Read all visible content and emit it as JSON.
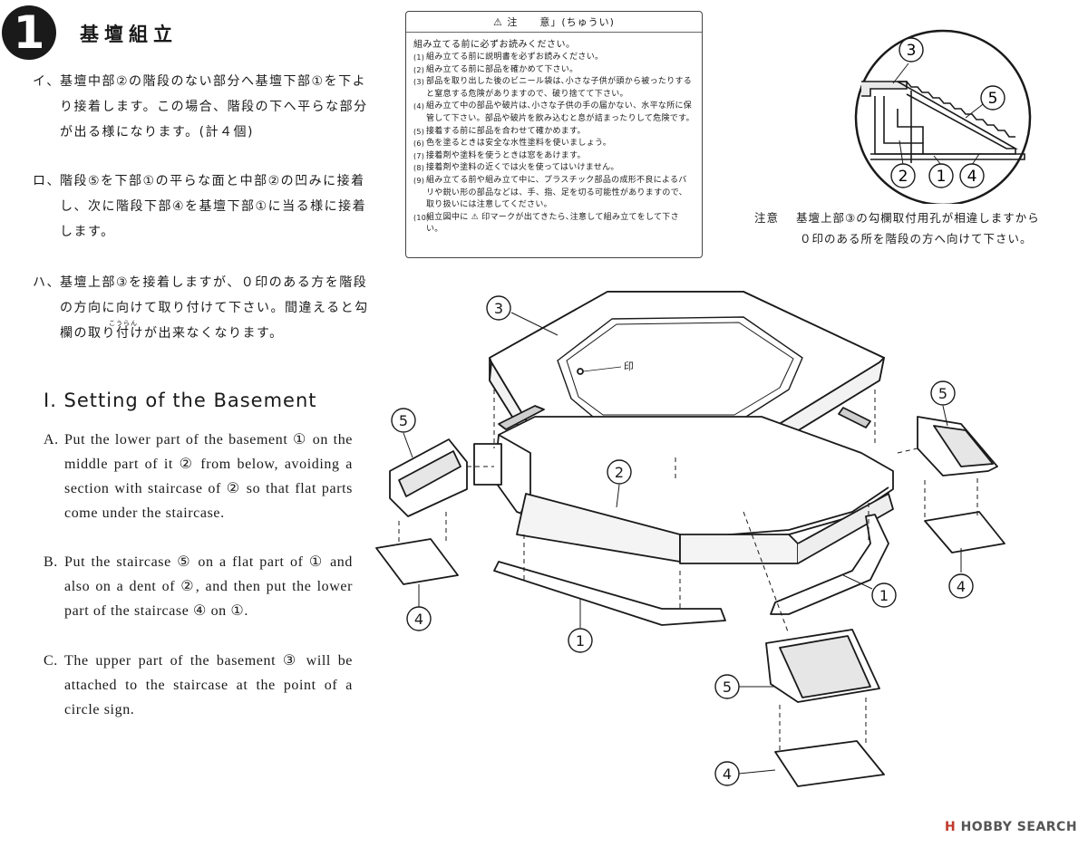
{
  "step": {
    "number": "1",
    "title_jp": "基壇組立"
  },
  "instructions_jp": [
    {
      "marker": "イ、",
      "text": "基壇中部②の階段のない部分へ基壇下部①を下より接着します。この場合、階段の下へ平らな部分が出る様になります。(計４個)"
    },
    {
      "marker": "ロ、",
      "text": "階段⑤を下部①の平らな面と中部②の凹みに接着し、次に階段下部④を基壇下部①に当る様に接着します。"
    },
    {
      "marker": "ハ、",
      "text": "基壇上部③を接着しますが、０印のある方を階段の方向に向けて取り付けて下さい。間違えると勾欄の取り付けが出来なくなります。"
    }
  ],
  "furigana": "こうらん",
  "english": {
    "title": "I. Setting of the Basement",
    "items": [
      {
        "marker": "A.",
        "text": "Put  the lower part of the basement  ① on the middle part of it ② from below, avoiding a section with staircase of ② so that flat parts come under the staircase."
      },
      {
        "marker": "B.",
        "text": "Put the staircase ⑤ on a flat part of ① and also on a dent of ②, and then put the lower part of the staircase ④ on ①."
      },
      {
        "marker": "C.",
        "text": "The upper part of the basement ③ will be attached to the staircase at the point of a circle sign."
      }
    ]
  },
  "caution": {
    "title": "注　　意」(ちゅうい)",
    "intro": "組み立てる前に必ずお読みください。",
    "items": [
      {
        "n": "(1)",
        "text": "組み立てる前に説明書を必ずお読みください。"
      },
      {
        "n": "(2)",
        "text": "組み立てる前に部品を確かめて下さい。"
      },
      {
        "n": "(3)",
        "text": "部品を取り出した後のビニール袋は､小さな子供が頭から被ったりすると窒息する危険がありますので、破り捨てて下さい。"
      },
      {
        "n": "(4)",
        "text": "組み立て中の部品や破片は､小さな子供の手の届かない、水平な所に保管して下さい。部品や破片を飲み込むと息が詰まったりして危険です。"
      },
      {
        "n": "(5)",
        "text": "接着する前に部品を合わせて確かめます。"
      },
      {
        "n": "(6)",
        "text": "色を塗るときは安全な水性塗料を使いましょう。"
      },
      {
        "n": "(7)",
        "text": "接着剤や塗料を使うときは窓をあけます。"
      },
      {
        "n": "(8)",
        "text": "接着剤や塗料の近くでは火を使ってはいけません。"
      },
      {
        "n": "(9)",
        "text": "組み立てる前や組み立て中に、プラスチック部品の成形不良によるバリや鋭い形の部品などは、手、指、足を切る可能性がありますので、取り扱いには注意してください。"
      },
      {
        "n": "(10)",
        "text": "組立図中に ⚠ 印マークが出てきたら､注意して組み立てをして下さい。"
      }
    ]
  },
  "note": {
    "label": "注意",
    "line1": "基壇上部③の勾欄取付用孔が相違しますから",
    "line2": "０印のある所を階段の方へ向けて下さい。"
  },
  "diagram": {
    "mark_label": "印",
    "labels": {
      "one": "1",
      "two": "2",
      "three": "3",
      "four": "4",
      "five": "5"
    }
  },
  "watermark": {
    "logo": "H",
    "text": "HOBBY SEARCH"
  }
}
